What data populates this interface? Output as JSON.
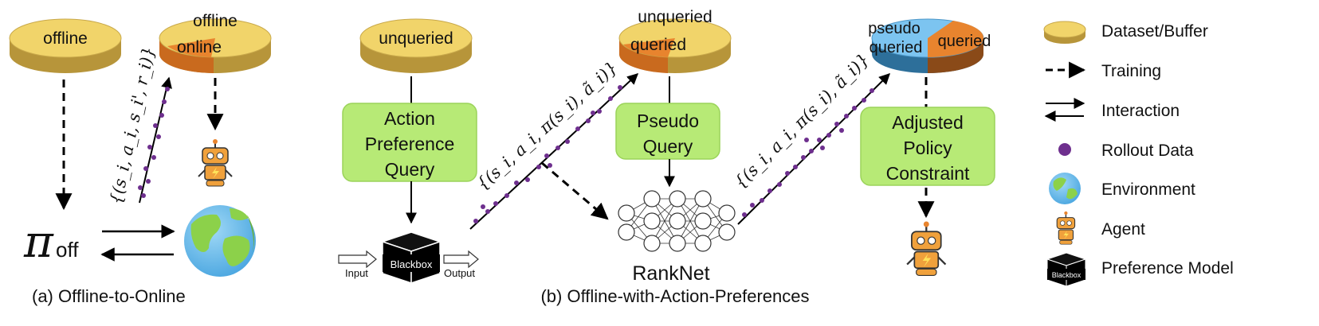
{
  "panel_a": {
    "caption": "(a) Offline-to-Online",
    "dataset_label": "offline",
    "pie_top_label": "offline",
    "pie_slice_label": "online",
    "rollout_formula": "{(s_i, a_i, s_i', r_i)}",
    "policy_symbol": "π",
    "policy_subscript": "off"
  },
  "panel_b": {
    "caption": "(b) Offline-with-Action-Preferences",
    "dataset_label": "unqueried",
    "pie2_top_label": "unqueried",
    "pie2_slice_label": "queried",
    "pie3_left_label_line1": "pseudo",
    "pie3_left_label_line2": "queried",
    "pie3_right_label": "queried",
    "action_query_lines": [
      "Action",
      "Preference",
      "Query"
    ],
    "pseudo_query_lines": [
      "Pseudo",
      "Query"
    ],
    "adjusted_lines": [
      "Adjusted",
      "Policy",
      "Constraint"
    ],
    "blackbox_label": "Blackbox",
    "input_label": "Input",
    "output_label": "Output",
    "ranknet_label": "RankNet",
    "formula_1": "{(s_i, a_i, π(s_i), ã_i)}",
    "formula_2": "{(s_i, a_i, π(s_i), ã_i)}"
  },
  "legend": {
    "items": [
      {
        "icon": "dataset-buffer-icon",
        "label": "Dataset/Buffer"
      },
      {
        "icon": "dashed-arrow-icon",
        "label": "Training"
      },
      {
        "icon": "double-arrow-icon",
        "label": "Interaction"
      },
      {
        "icon": "purple-dot-icon",
        "label": "Rollout Data"
      },
      {
        "icon": "globe-icon",
        "label": "Environment"
      },
      {
        "icon": "robot-icon",
        "label": "Agent"
      },
      {
        "icon": "blackbox-cube-icon",
        "label": "Preference Model"
      }
    ],
    "blackbox_icon_text": "Blackbox"
  },
  "colors": {
    "dataset_yellow": "#f1d46a",
    "dataset_side": "#b7953a",
    "slice_orange": "#e8842e",
    "pseudo_blue": "#7cc4f0",
    "green_box": "#b7ea76",
    "rollout_purple": "#6e2f8e",
    "robot_orange": "#f0a13c"
  }
}
